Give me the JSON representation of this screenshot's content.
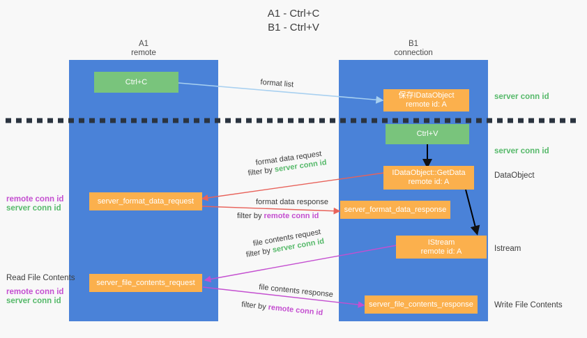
{
  "title": "A1 - Ctrl+C\nB1 - Ctrl+V",
  "colors": {
    "column": "#4a82d8",
    "green_node": "#79c47c",
    "orange_node": "#fbb04d",
    "server_conn": "#56b96a",
    "remote_conn": "#c44fd0",
    "format_arrow": "#e8625a",
    "file_arrow": "#c44fd0",
    "clipboard_arrow": "#a8d0f0",
    "flow_arrow": "#000000",
    "divider": "#2b3440"
  },
  "columns": [
    {
      "id": "a1",
      "title": "A1\nremote"
    },
    {
      "id": "b1",
      "title": "B1\nconnection"
    }
  ],
  "nodes": {
    "ctrl_c": "Ctrl+C",
    "ctrl_v": "Ctrl+V",
    "save_dataobject": "保存IDataObject\nremote id: A",
    "getdata": "IDataObject::GetData\nremote id: A",
    "istream": "IStream\nremote id: A",
    "format_data_request": "server_format_data_request",
    "format_data_response": "server_format_data_response",
    "file_contents_request": "server_file_contents_request",
    "file_contents_response": "server_file_contents_response"
  },
  "edge_labels": {
    "format_list": "format list",
    "format_data_request": "format data request",
    "format_data_request_filter_prefix": "filter by ",
    "format_data_request_filter_value": "server conn id",
    "format_data_response": "format data response",
    "format_data_response_filter_prefix": "filter by ",
    "format_data_response_filter_value": "remote conn id",
    "file_contents_request": "file contents request",
    "file_contents_request_filter_prefix": "filter by ",
    "file_contents_request_filter_value": "server conn id",
    "file_contents_response": "file contents response",
    "file_contents_response_filter_prefix": "filter by ",
    "file_contents_response_filter_value": "remote conn id"
  },
  "right_labels": {
    "server_conn_top": "server conn id",
    "server_conn_second": "server conn id",
    "dataobject": "DataObject",
    "istream": "Istream",
    "write_file_contents": "Write File Contents"
  },
  "left_labels": {
    "format_remote_conn": "remote conn id",
    "format_server_conn": "server conn id",
    "read_file_contents": "Read File Contents",
    "file_remote_conn": "remote conn id",
    "file_server_conn": "server conn id"
  }
}
